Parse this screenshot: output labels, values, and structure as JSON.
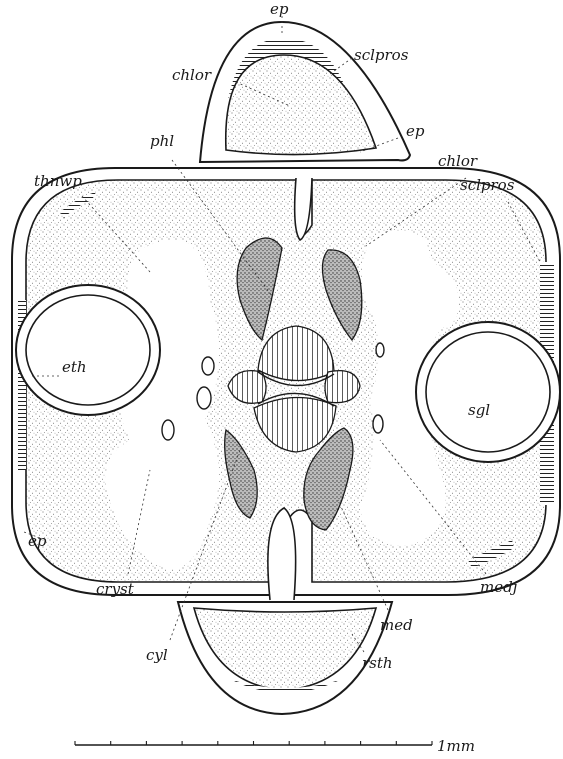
{
  "figure": {
    "labels": {
      "ep_top": "ep",
      "sclpros_top": "sclpros",
      "chlor_top": "chlor",
      "ep_inner": "ep",
      "phl": "phl",
      "chlor_right": "chlor",
      "sclpros_right": "sclpros",
      "thnwp": "thnwp",
      "eth": "eth",
      "sgl": "sgl",
      "ep_left": "ep",
      "cryst": "cryst",
      "cyl": "cyl",
      "med": "med",
      "medj": "medj",
      "rsth": "rsth"
    },
    "scale_label": "1mm"
  }
}
